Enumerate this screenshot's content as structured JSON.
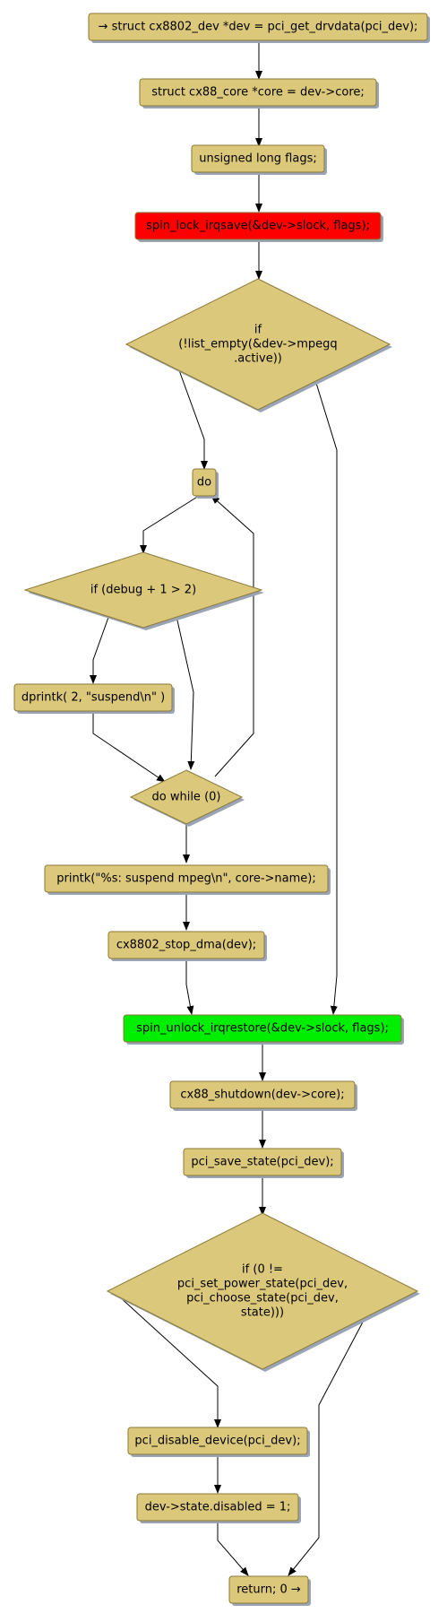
{
  "colors": {
    "node_fill": "#dcc87a",
    "node_stroke": "#8a7a3a",
    "shadow": "#9aa4b4",
    "edge": "#000000",
    "lock_fill": "#ff0000",
    "unlock_fill": "#00ee00"
  },
  "nodes": {
    "start": "→ struct cx8802_dev *dev = pci_get_drvdata(pci_dev);",
    "core": "struct cx88_core *core = dev->core;",
    "flags": "unsigned long flags;",
    "lock": "spin_lock_irqsave(&dev->slock, flags);",
    "if_active": [
      "if",
      "(!list_empty(&dev->mpegq",
      ".active))"
    ],
    "do": "do",
    "if_debug": "if (debug + 1 > 2)",
    "dprintk": "dprintk( 2, \"suspend\\n\" )",
    "do_while": "do while (0)",
    "printk": "printk(\"%s: suspend mpeg\\n\", core->name);",
    "stop_dma": "cx8802_stop_dma(dev);",
    "unlock": "spin_unlock_irqrestore(&dev->slock, flags);",
    "shutdown": "cx88_shutdown(dev->core);",
    "save_state": "pci_save_state(pci_dev);",
    "if_power": [
      "if (0 !=",
      "pci_set_power_state(pci_dev,",
      "pci_choose_state(pci_dev,",
      "state)))"
    ],
    "disable": "pci_disable_device(pci_dev);",
    "disabled": "dev->state.disabled = 1;",
    "return": "return; 0 →"
  }
}
